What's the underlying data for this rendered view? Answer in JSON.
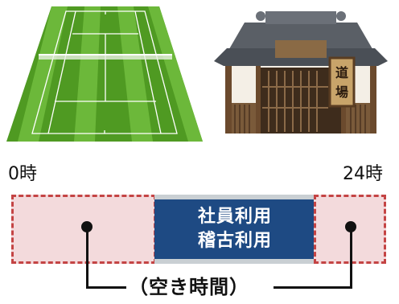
{
  "timeline": {
    "start_label": "0時",
    "end_label": "24時",
    "used_slot": {
      "line1": "社員利用",
      "line2": "稽古利用"
    },
    "free_time_label": "（空き時間）"
  },
  "illustrations": {
    "left": "tennis-court",
    "right": "dojo-building",
    "dojo_sign": "道場"
  },
  "colors": {
    "court_green": "#5aa52a",
    "used_slot_blue": "#1e4a83",
    "free_slot_fill": "#f3dadc",
    "free_slot_border": "#c44444"
  }
}
